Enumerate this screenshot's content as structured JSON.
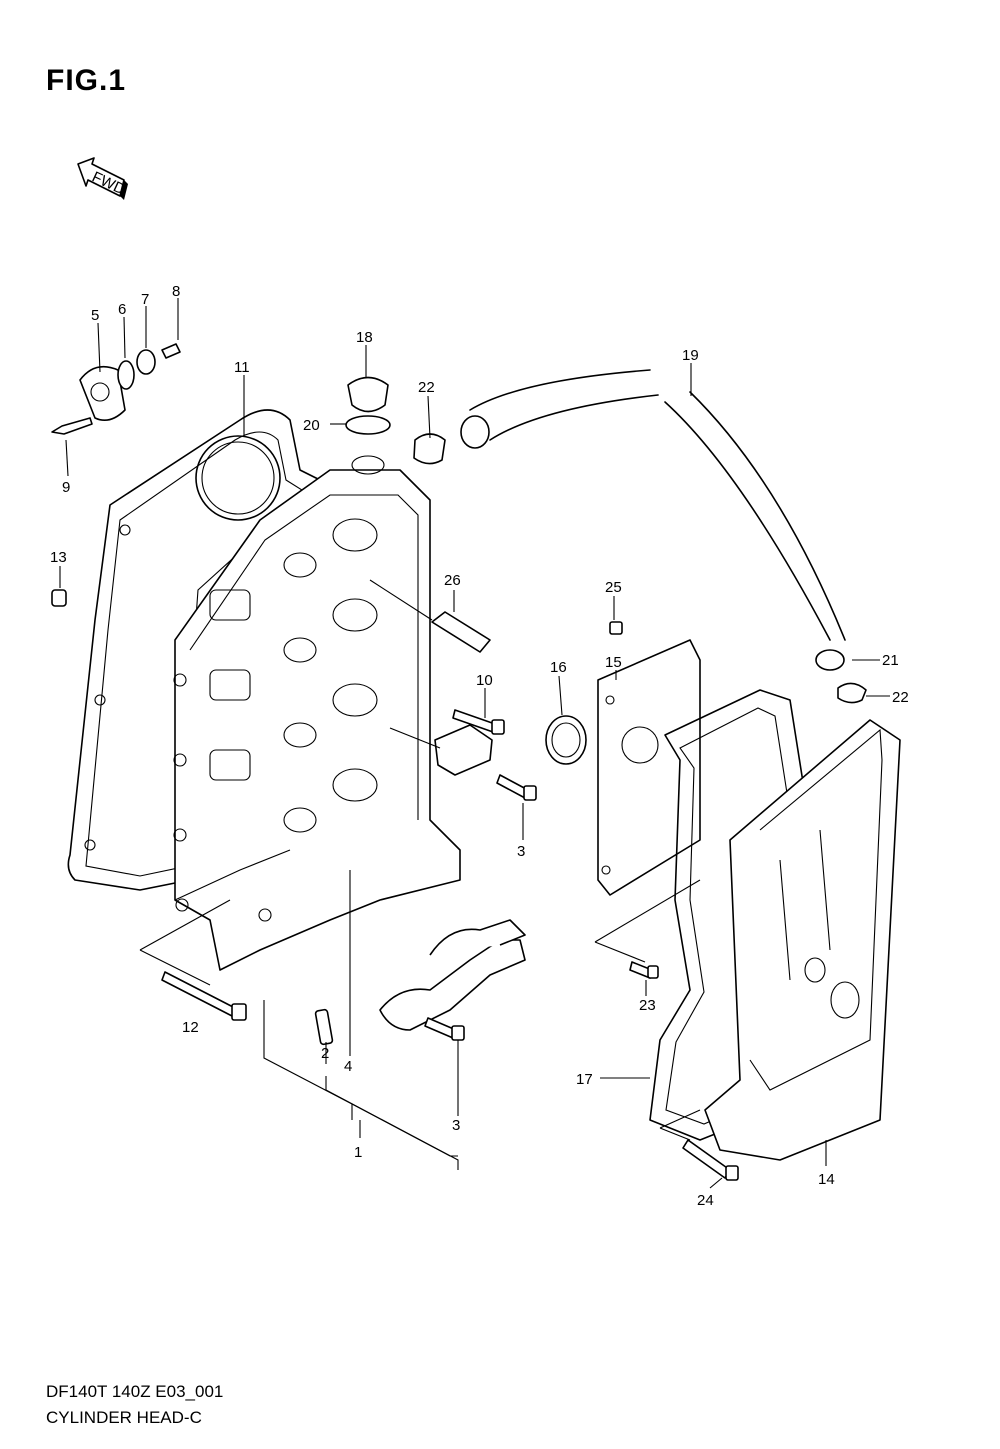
{
  "figure": {
    "title": "FIG.1",
    "fwd_label": "FWD"
  },
  "footer": {
    "code": "DF140T 140Z E03_001",
    "name": "CYLINDER HEAD-C"
  },
  "callouts": [
    {
      "id": "c1",
      "text": "1"
    },
    {
      "id": "c2",
      "text": "2"
    },
    {
      "id": "c3a",
      "text": "3"
    },
    {
      "id": "c3b",
      "text": "3"
    },
    {
      "id": "c4",
      "text": "4"
    },
    {
      "id": "c5",
      "text": "5"
    },
    {
      "id": "c6",
      "text": "6"
    },
    {
      "id": "c7",
      "text": "7"
    },
    {
      "id": "c8",
      "text": "8"
    },
    {
      "id": "c9",
      "text": "9"
    },
    {
      "id": "c10",
      "text": "10"
    },
    {
      "id": "c11",
      "text": "11"
    },
    {
      "id": "c12",
      "text": "12"
    },
    {
      "id": "c13",
      "text": "13"
    },
    {
      "id": "c14",
      "text": "14"
    },
    {
      "id": "c15",
      "text": "15"
    },
    {
      "id": "c16",
      "text": "16"
    },
    {
      "id": "c17",
      "text": "17"
    },
    {
      "id": "c18",
      "text": "18"
    },
    {
      "id": "c19",
      "text": "19"
    },
    {
      "id": "c20",
      "text": "20"
    },
    {
      "id": "c21",
      "text": "21"
    },
    {
      "id": "c22a",
      "text": "22"
    },
    {
      "id": "c22b",
      "text": "22"
    },
    {
      "id": "c23",
      "text": "23"
    },
    {
      "id": "c24",
      "text": "24"
    },
    {
      "id": "c25",
      "text": "25"
    },
    {
      "id": "c26",
      "text": "26"
    }
  ]
}
